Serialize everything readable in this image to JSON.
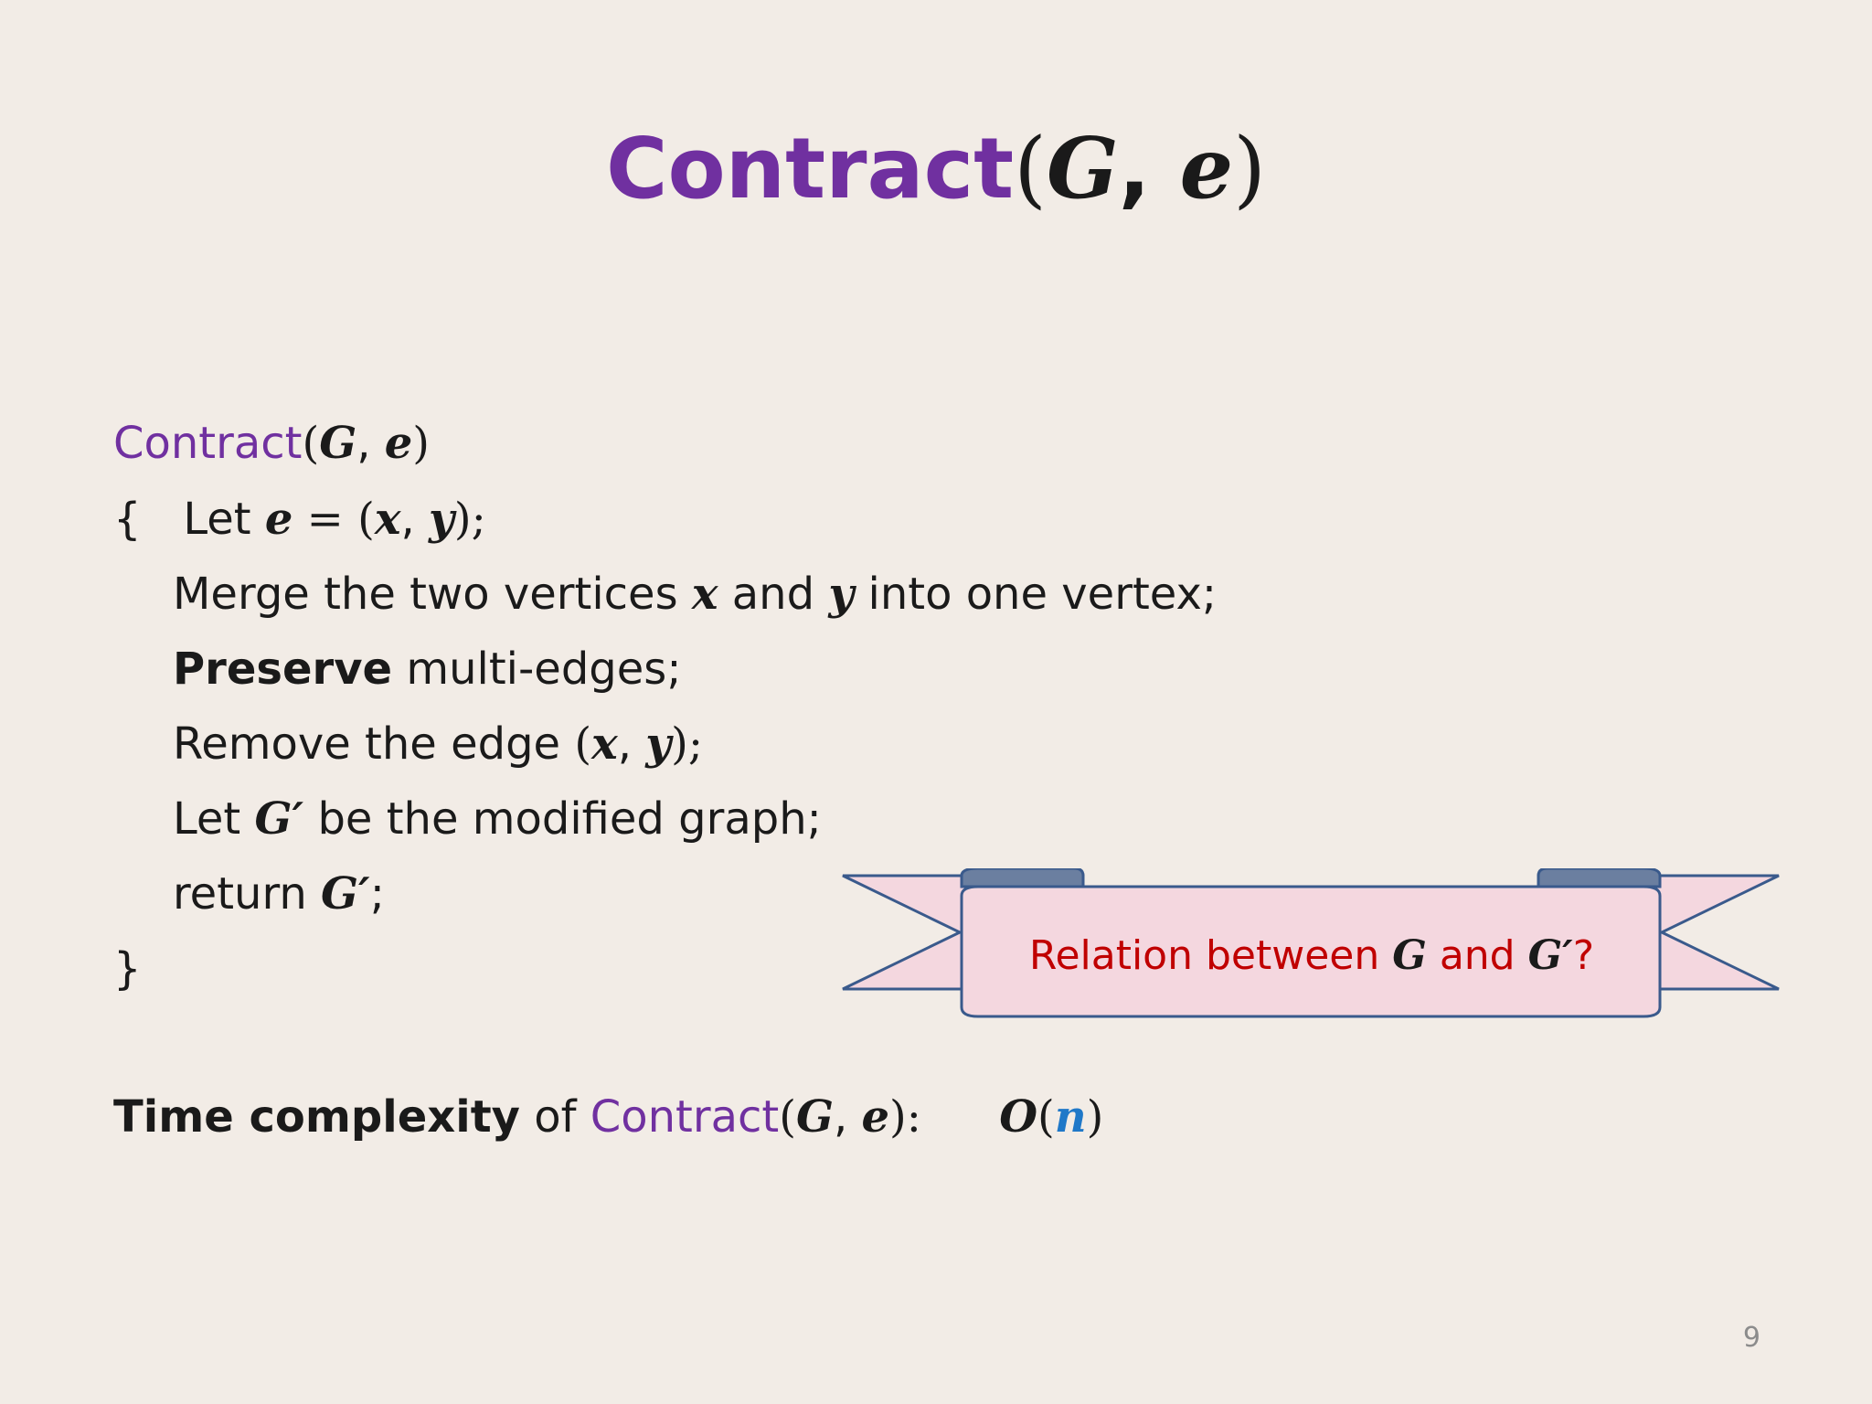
{
  "title": {
    "fn": "Contract",
    "open": "(",
    "arg1": "G",
    "sep": ", ",
    "arg2": "e",
    "close": ")"
  },
  "code": {
    "header": {
      "fn": "Contract",
      "open": "(",
      "arg1": "G",
      "sep": ", ",
      "arg2": "e",
      "close": ")"
    },
    "line1": {
      "brace": "{",
      "let": "Let",
      "var": "e",
      "eq": " = (",
      "x": "x",
      "sep": ", ",
      "y": "y",
      "end": ");"
    },
    "line2": {
      "t1": "Merge the two vertices",
      "x": "x",
      "t2": "and",
      "y": "y",
      "t3": "into one vertex;"
    },
    "line3": {
      "bold": "Preserve",
      "rest": "multi-edges;"
    },
    "line4": {
      "t1": "Remove the edge",
      "open": "(",
      "x": "x",
      "sep": ", ",
      "y": "y",
      "end": ");"
    },
    "line5": {
      "t1": "Let",
      "var": "G′",
      "t2": "be the modified graph;"
    },
    "line6": {
      "t1": "return",
      "var": "G′",
      "end": ";"
    },
    "close_brace": "}"
  },
  "complexity": {
    "label_bold": "Time complexity",
    "of": "of",
    "fn": "Contract",
    "open": "(",
    "arg1": "G",
    "sep": ", ",
    "arg2": "e",
    "close": "):",
    "big_o": "O",
    "o_open": "(",
    "n": "n",
    "o_close": ")"
  },
  "banner": {
    "t1": "Relation between",
    "g": "G",
    "t2": "and",
    "g_prime": "G′",
    "t3": "?"
  },
  "page_number": "9",
  "colors": {
    "background": "#f2ece6",
    "function_purple": "#7030a0",
    "banner_text_red": "#c00000",
    "banner_fill": "#f4d7df",
    "banner_stroke": "#3a5a8c",
    "variable_blue": "#1f78c8"
  }
}
